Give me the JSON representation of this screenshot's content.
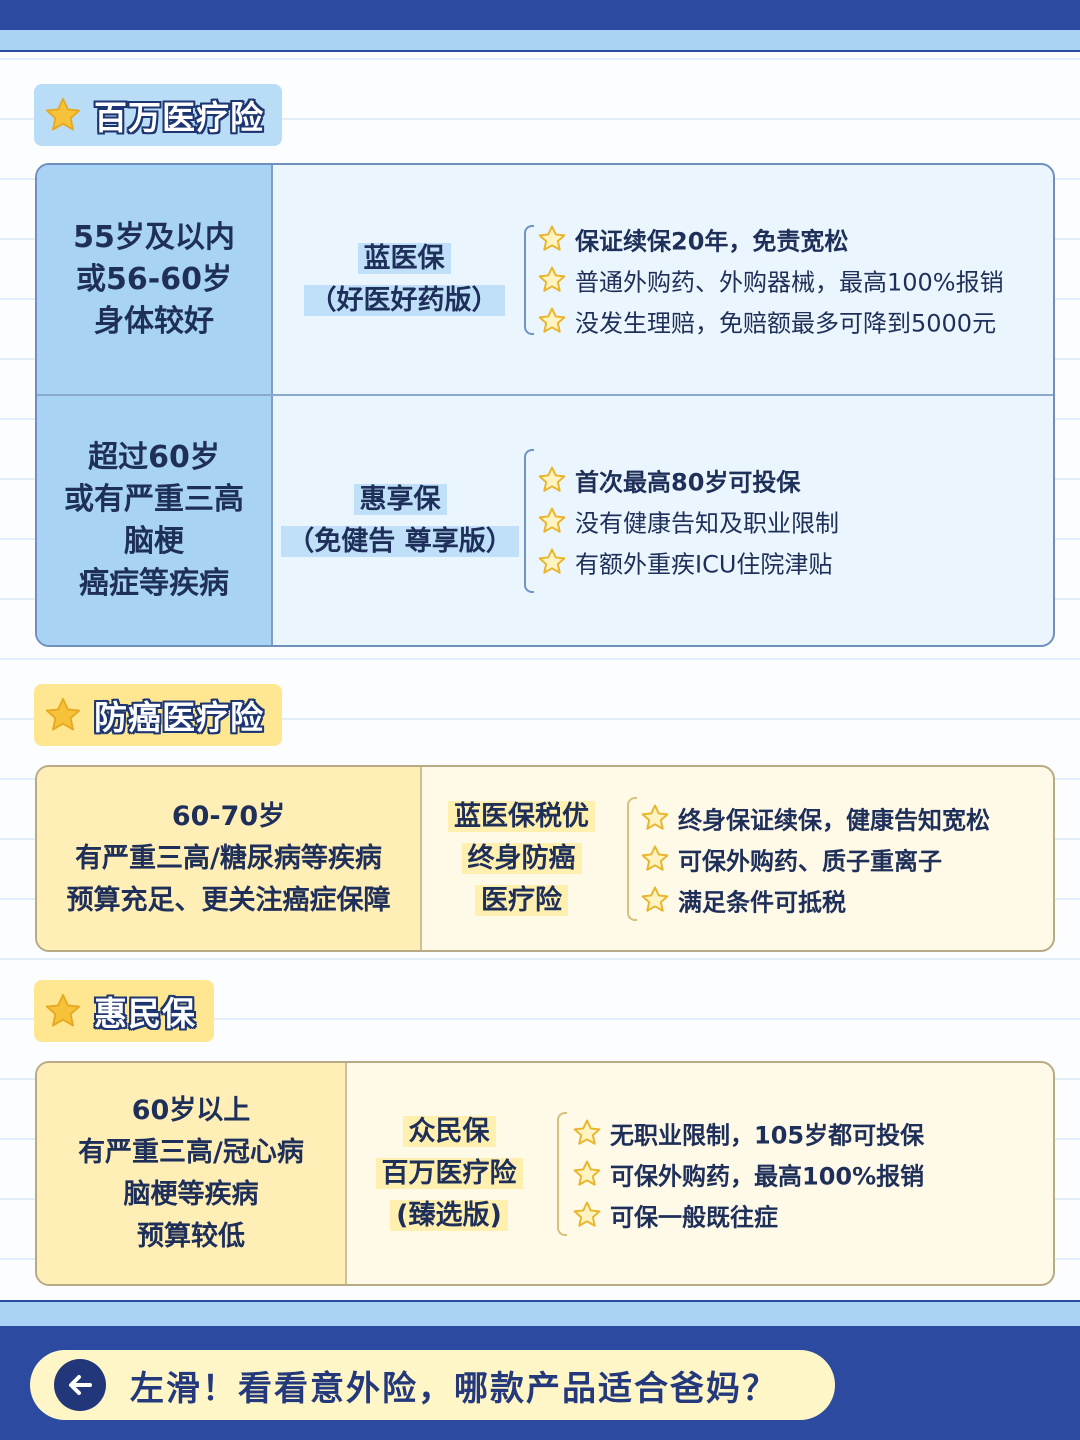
{
  "colors": {
    "navy": "#2b4aa0",
    "light_blue": "#a8d3f5",
    "pale_blue": "#eaf5fd",
    "yellow": "#ffe792",
    "cream": "#fff9e8",
    "star_gold": "#f4c238"
  },
  "icons": {
    "tag": "star-icon",
    "feature": "star-outline-icon",
    "cta": "arrow-left-icon"
  },
  "sections": [
    {
      "title": "百万医疗险",
      "rows": [
        {
          "who": [
            "55岁及以内",
            "或56-60岁",
            "身体较好"
          ],
          "product": [
            "蓝医保",
            "（好医好药版）"
          ],
          "features": [
            "保证续保20年，免责宽松",
            "普通外购药、外购器械，最高100%报销",
            "没发生理赔，免赔额最多可降到5000元"
          ]
        },
        {
          "who": [
            "超过60岁",
            "或有严重三高",
            "脑梗",
            "癌症等疾病"
          ],
          "product": [
            "惠享保",
            "（免健告 尊享版）"
          ],
          "features": [
            "首次最高80岁可投保",
            "没有健康告知及职业限制",
            "有额外重疾ICU住院津贴"
          ]
        }
      ]
    },
    {
      "title": "防癌医疗险",
      "rows": [
        {
          "who": [
            "60-70岁",
            "有严重三高/糖尿病等疾病",
            "预算充足、更关注癌症保障"
          ],
          "product": [
            "蓝医保税优",
            "终身防癌",
            "医疗险"
          ],
          "features": [
            "终身保证续保，健康告知宽松",
            "可保外购药、质子重离子",
            "满足条件可抵税"
          ]
        }
      ]
    },
    {
      "title": "惠民保",
      "rows": [
        {
          "who": [
            "60岁以上",
            "有严重三高/冠心病",
            "脑梗等疾病",
            "预算较低"
          ],
          "product": [
            "众民保",
            "百万医疗险",
            "(臻选版)"
          ],
          "features": [
            "无职业限制，105岁都可投保",
            "可保外购药，最高100%报销",
            "可保一般既往症"
          ]
        }
      ]
    }
  ],
  "footer": {
    "cta": "左滑！看看意外险，哪款产品适合爸妈？"
  }
}
